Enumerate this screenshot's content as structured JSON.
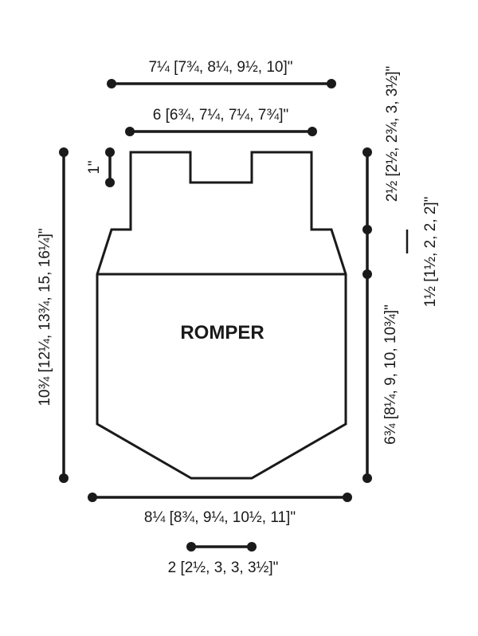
{
  "diagram": {
    "title": "ROMPER",
    "labels": {
      "top_width": "7¼ [7¾, 8¼, 9½, 10]\"",
      "neck_width": "6 [6¾, 7¼, 7¼, 7¾]\"",
      "neck_depth": "1\"",
      "total_length": "10¾ [12¼, 13¾, 15, 16¼]\"",
      "strap_height": "2½ [2½, 2¾, 3, 3½]\"",
      "yoke_height": "1½ [1½, 2, 2, 2]\"",
      "body_height": "6¾ [8¼, 9, 10, 10¾]\"",
      "hip_width": "8¼ [8¾, 9¼, 10½, 11]\"",
      "crotch_width": "2 [2½, 3, 3, 3½]\""
    }
  }
}
